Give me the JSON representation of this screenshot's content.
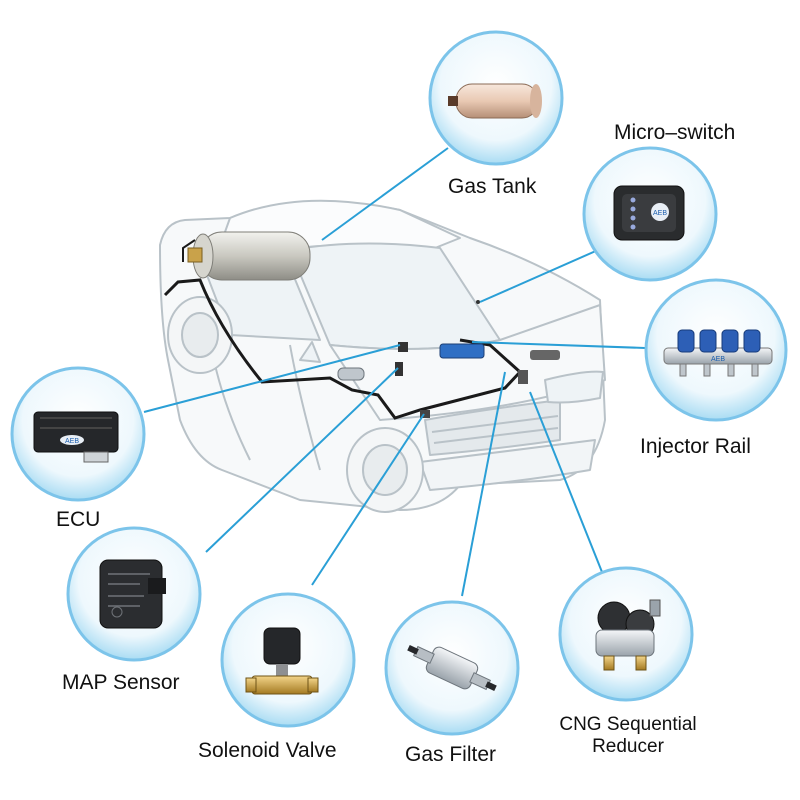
{
  "components": {
    "gas_tank": "Gas Tank",
    "micro_switch": "Micro–switch",
    "injector_rail": "Injector Rail",
    "ecu": "ECU",
    "map_sensor": "MAP Sensor",
    "solenoid_valve": "Solenoid Valve",
    "gas_filter": "Gas Filter",
    "cng_reducer_line1": "CNG Sequential",
    "cng_reducer_line2": "Reducer"
  },
  "device_logo_text": "AEB",
  "colors": {
    "connector_line": "#2a9fd6",
    "bubble_rim": "#7cc4ea",
    "bubble_inner": "#e8f5fc",
    "car_outline": "#b9c2c8",
    "fuel_pipe": "#1a1a1a"
  }
}
